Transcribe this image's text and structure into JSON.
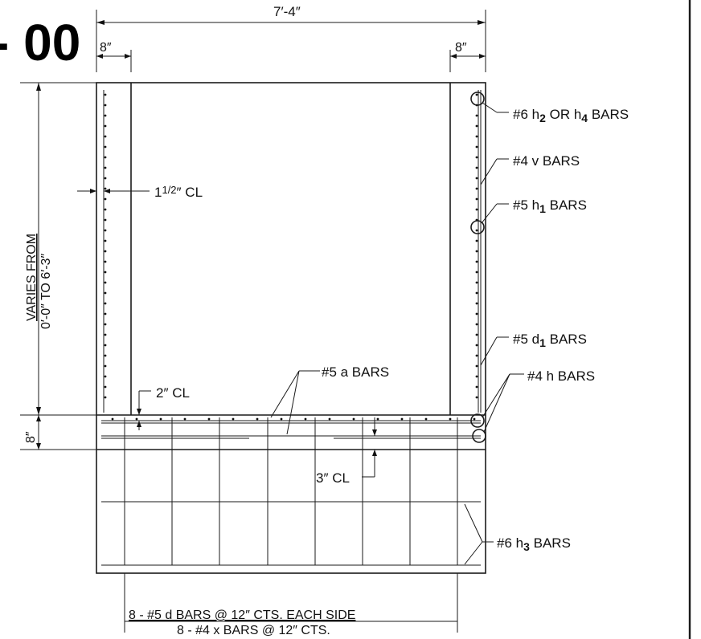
{
  "sheet_id": "- 00",
  "dimensions": {
    "overall_width": "7′-4″",
    "left_wall": "8″",
    "right_wall": "8″",
    "height_varies_line1": "VARIES FROM",
    "height_varies_line2": "0′-0″ TO 6′-3″",
    "slab_thickness": "8″"
  },
  "clearances": {
    "side_cl_whole": "1",
    "side_cl_frac": "1/2",
    "side_cl_unit": "″ CL",
    "bottom_cl": "2″ CL",
    "slab_cl": "3″ CL"
  },
  "callouts": {
    "h2h4_prefix": "#6 h",
    "h2h4_sub1": "2",
    "h2h4_mid": " OR h",
    "h2h4_sub2": "4",
    "h2h4_suffix": " BARS",
    "v_bars": "#4 v BARS",
    "h1_prefix": "#5 h",
    "h1_sub": "1",
    "h1_suffix": " BARS",
    "d1_prefix": "#5 d",
    "d1_sub": "1",
    "d1_suffix": " BARS",
    "a_bars": "#5 a BARS",
    "h_bars": "#4 h BARS",
    "h3_prefix": "#6 h",
    "h3_sub": "3",
    "h3_suffix": " BARS"
  },
  "notes": {
    "line1": "8 - #5 d BARS @ 12″ CTS. EACH SIDE",
    "line2": "8 - #4 x BARS @ 12″ CTS."
  }
}
